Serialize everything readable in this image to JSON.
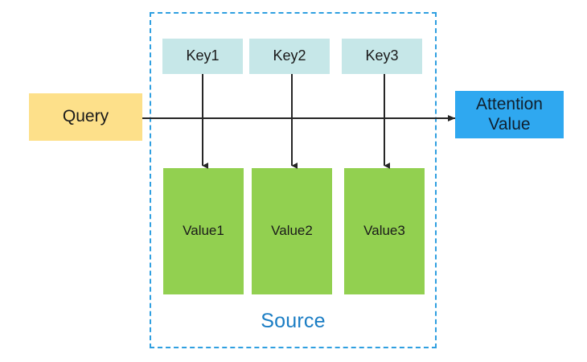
{
  "diagram": {
    "title": "Attention mechanism: Query attends over Source Key-Value pairs",
    "colors": {
      "key_fill": "#c6e7e8",
      "value_fill": "#92d050",
      "query_fill": "#fde08a",
      "attention_fill": "#2fa8f0",
      "source_border": "#2f9fe0",
      "source_label": "#1a7dc4",
      "arrow": "#262626"
    },
    "source": {
      "label": "Source",
      "border_style": "dashed"
    },
    "query": {
      "label": "Query"
    },
    "attention_output": {
      "line1": "Attention",
      "line2": "Value"
    },
    "keys": [
      {
        "label": "Key1"
      },
      {
        "label": "Key2"
      },
      {
        "label": "Key3"
      }
    ],
    "values": [
      {
        "label": "Value1"
      },
      {
        "label": "Value2"
      },
      {
        "label": "Value3"
      }
    ],
    "arrows": [
      {
        "name": "key1-to-value1",
        "direction": "down"
      },
      {
        "name": "key2-to-value2",
        "direction": "down"
      },
      {
        "name": "key3-to-value3",
        "direction": "down"
      },
      {
        "name": "query-to-attention-value",
        "direction": "right"
      }
    ]
  }
}
